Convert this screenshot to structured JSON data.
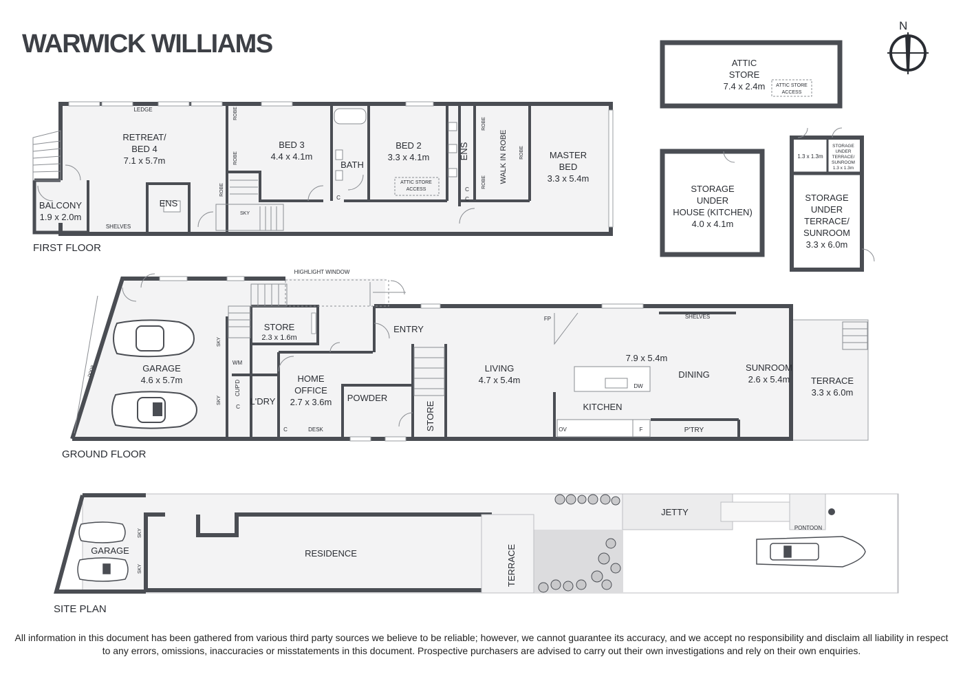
{
  "brand": {
    "name": "WARWICK WILLIAMS",
    "dot": "."
  },
  "compass": {
    "north": "N"
  },
  "sections": {
    "first_floor": "FIRST FLOOR",
    "ground_floor": "GROUND FLOOR",
    "site_plan": "SITE PLAN"
  },
  "first_floor": {
    "retreat": {
      "name1": "RETREAT/",
      "name2": "BED 4",
      "size": "7.1 x 5.7m"
    },
    "balcony": {
      "name": "BALCONY",
      "size": "1.9 x 2.0m"
    },
    "ens1": "ENS",
    "ledge": "LEDGE",
    "shelves": "SHELVES",
    "robe": "ROBE",
    "sky": "SKY",
    "bed3": {
      "name": "BED 3",
      "size": "4.4 x 4.1m"
    },
    "bath": "BATH",
    "c": "C",
    "bed2": {
      "name": "BED 2",
      "size": "3.3 x 4.1m"
    },
    "attic_access1": "ATTIC STORE",
    "attic_access2": "ACCESS",
    "ens2": "ENS",
    "walk_in_robe": "WALK IN ROBE",
    "master": {
      "name1": "MASTER",
      "name2": "BED",
      "size": "3.3 x 5.4m"
    }
  },
  "attic": {
    "name1": "ATTIC",
    "name2": "STORE",
    "size": "7.4 x 2.4m",
    "access1": "ATTIC STORE",
    "access2": "ACCESS"
  },
  "storage_kitchen": {
    "l1": "STORAGE",
    "l2": "UNDER",
    "l3": "HOUSE (KITCHEN)",
    "size": "4.0 x 4.1m"
  },
  "storage_small": {
    "size": "1.3 x 1.3m",
    "l1": "STORAGE",
    "l2": "UNDER",
    "l3": "TERRACE/",
    "l4": "SUNROOM",
    "l5": "1.3 x 1.3m"
  },
  "storage_terrace": {
    "l1": "STORAGE",
    "l2": "UNDER",
    "l3": "TERRACE/",
    "l4": "SUNROOM",
    "size": "3.3 x 6.0m"
  },
  "ground_floor": {
    "highlight_window": "HIGHLIGHT WINDOW",
    "garage": {
      "name": "GARAGE",
      "size": "4.6 x 5.7m"
    },
    "sky": "SKY",
    "door": "DOOR",
    "store": {
      "name": "STORE",
      "size": "2.3 x 1.6m"
    },
    "wm": "WM",
    "cupd": "CUP'D",
    "c": "C",
    "ldry": "L'DRY",
    "office": {
      "l1": "HOME",
      "l2": "OFFICE",
      "size": "2.7 x 3.6m"
    },
    "desk": "DESK",
    "powder": "POWDER",
    "entry": "ENTRY",
    "store2": "STORE",
    "living": {
      "name": "LIVING",
      "size": "4.7 x 5.4m"
    },
    "fp": "FP",
    "dining_size": "7.9 x 5.4m",
    "dining": "DINING",
    "kitchen": "KITCHEN",
    "dw": "DW",
    "ov": "OV",
    "f": "F",
    "ptry": "P'TRY",
    "shelves": "SHELVES",
    "sunroom": {
      "name": "SUNROOM",
      "size": "2.6 x 5.4m"
    },
    "terrace": {
      "name": "TERRACE",
      "size": "3.3 x 6.0m"
    }
  },
  "site": {
    "garage": "GARAGE",
    "sky": "SKY",
    "residence": "RESIDENCE",
    "terrace": "TERRACE",
    "jetty": "JETTY",
    "pontoon": "PONTOON"
  },
  "disclaimer": "All information in this document has been gathered from various third party sources we believe to be reliable; however, we cannot guarantee its accuracy, and we accept no responsibility and disclaim all liability in respect to any errors, omissions, inaccuracies or misstatements in this document. Prospective purchasers are advised to carry out their own investigations and rely on their own enquiries.",
  "colors": {
    "wall": "#4a4d53",
    "floor": "#f1f1f2",
    "text": "#2a2d33"
  }
}
